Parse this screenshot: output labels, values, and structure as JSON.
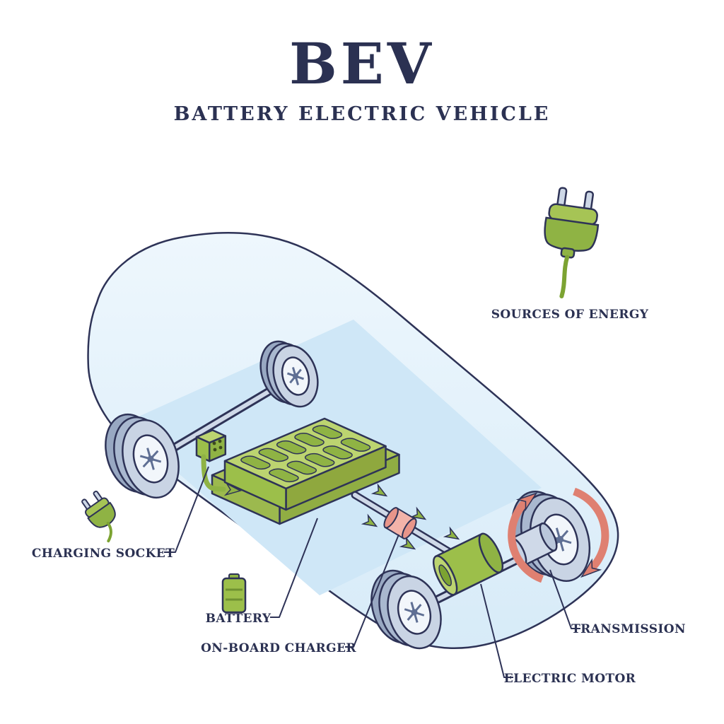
{
  "title": "BEV",
  "subtitle": "BATTERY ELECTRIC VEHICLE",
  "labels": {
    "sources_of_energy": "SOURCES OF ENERGY",
    "charging_socket": "CHARGING SOCKET",
    "battery": "BATTERY",
    "on_board_charger": "ON-BOARD CHARGER",
    "electric_motor": "ELECTRIC MOTOR",
    "transmission": "TRANSMISSION"
  },
  "icons": {
    "power_plug": "power-plug-icon",
    "charging_plug": "charging-plug-icon",
    "battery_small": "battery-icon",
    "rotation_arrows": "rotation-arrows-icon",
    "flow_arrows": "energy-flow-arrow-icon"
  },
  "colors": {
    "outline_navy": "#2e3357",
    "text_navy": "#2b3152",
    "body_blue_light": "#ecf6fd",
    "body_blue": "#d8ecf9",
    "floor_blue": "#cfe7f7",
    "green_main": "#9cbf4a",
    "green_dark": "#7ca332",
    "green_light": "#bcd470",
    "green_cell": "#8fb344",
    "salmon": "#df8071",
    "salmon_light": "#f3b3a9",
    "grey_metal": "#c9d4e4",
    "grey_dark": "#98a8c2",
    "rim_white": "#f2f6fb"
  }
}
